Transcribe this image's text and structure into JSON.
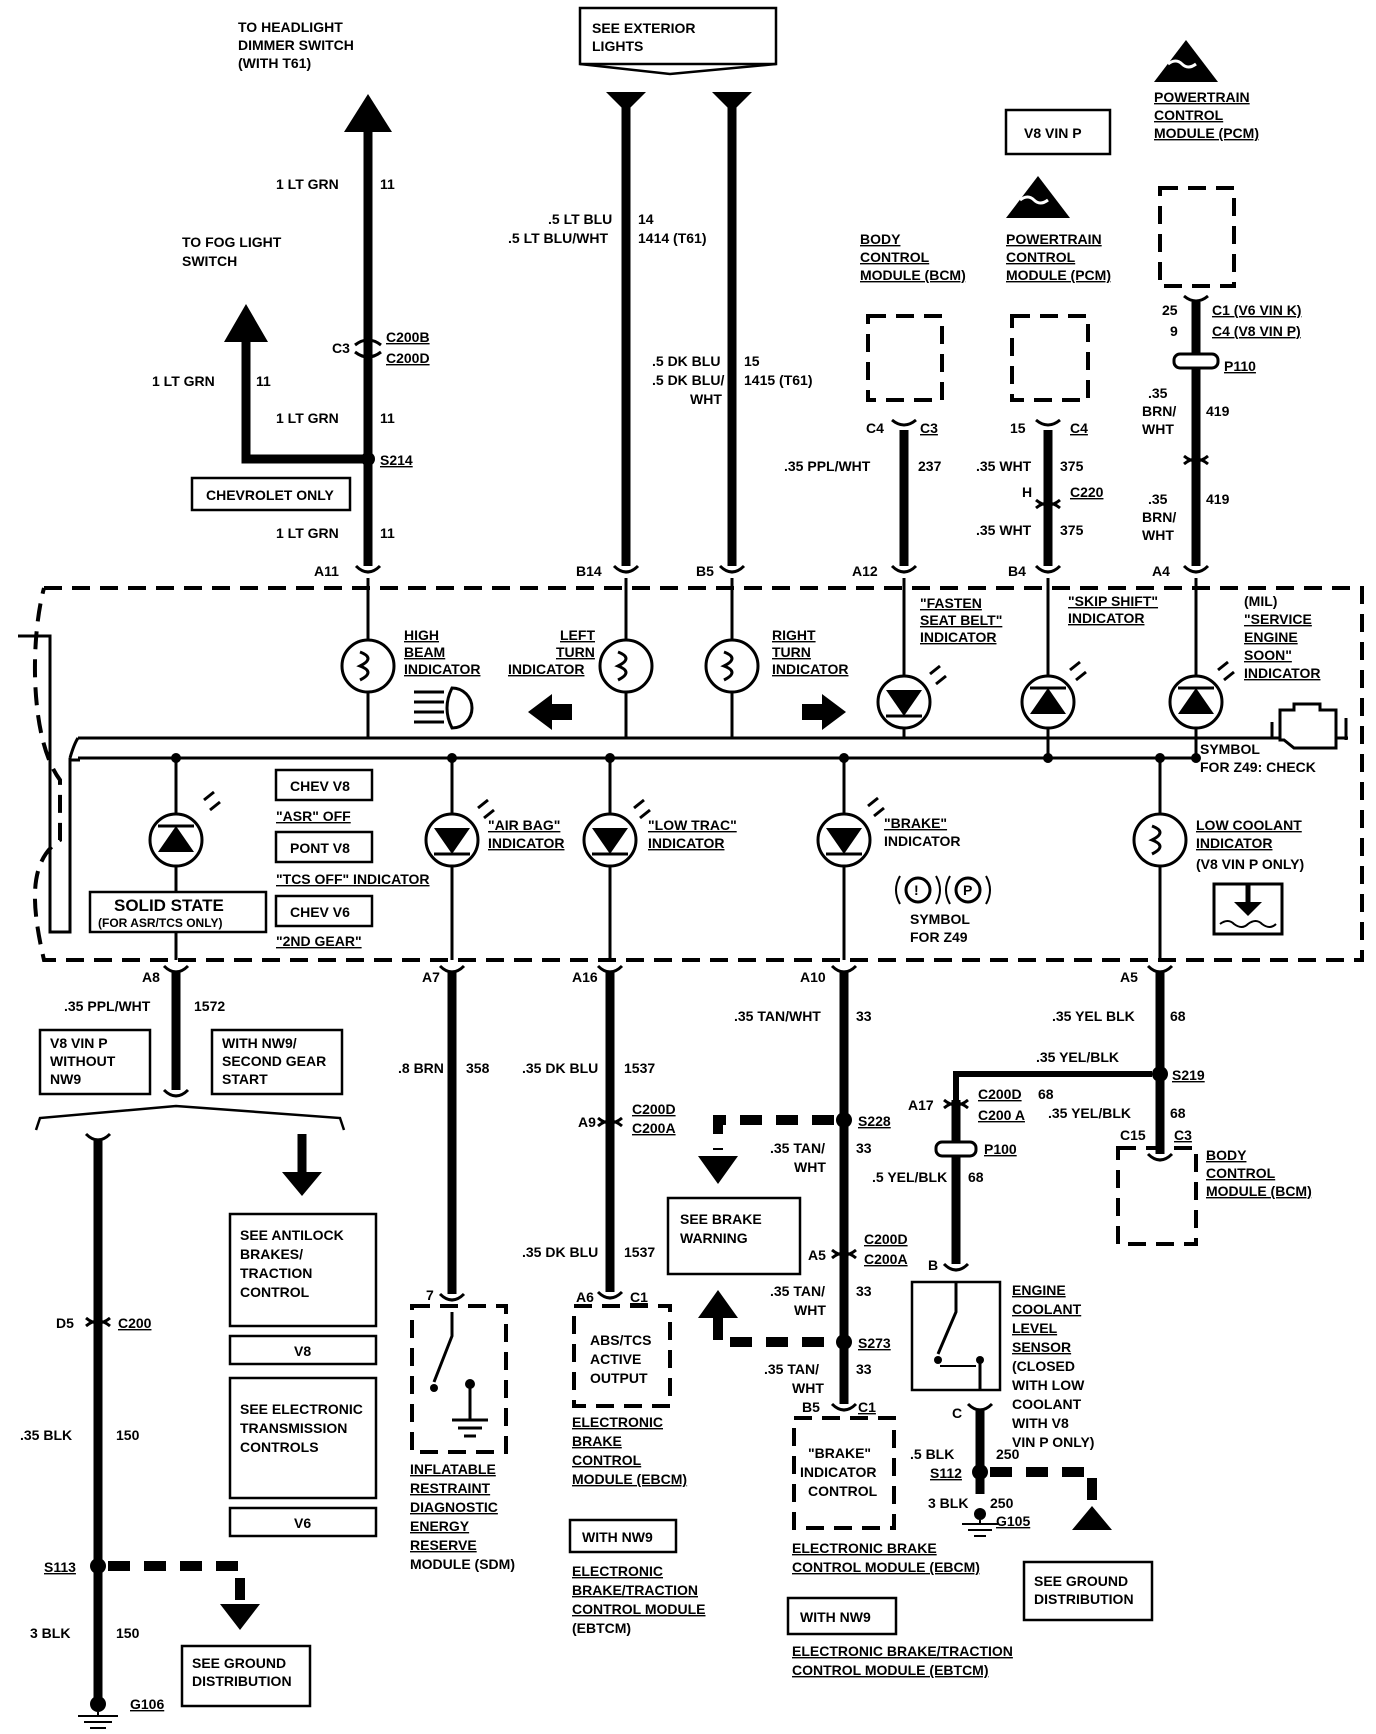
{
  "top": {
    "headlight": [
      "TO HEADLIGHT",
      "DIMMER SWITCH",
      "(WITH T61)"
    ],
    "exterior": [
      "SEE EXTERIOR",
      "LIGHTS"
    ],
    "fog": [
      "TO FOG LIGHT",
      "SWITCH"
    ],
    "v8vinp": "V8 VIN P",
    "pcm_top": [
      "POWERTRAIN",
      "CONTROL",
      "MODULE (PCM)"
    ],
    "bcm": [
      "BODY",
      "CONTROL",
      "MODULE (BCM)"
    ],
    "pcm_mid": [
      "POWERTRAIN",
      "CONTROL",
      "MODULE (PCM)"
    ],
    "chevrolet_only": "CHEVROLET ONLY"
  },
  "wires_top": {
    "w11a": "1  LT  GRN",
    "n11": "11",
    "fog_w": "1  LT  GRN",
    "c3": "C3",
    "c200b": "C200B",
    "c200d": "C200D",
    "s214": "S214",
    "lt_blu": ".5 LT BLU",
    "n14": "14",
    "lt_blu_wht": ".5 LT BLU/WHT",
    "n1414": "1414  (T61)",
    "dk_blu": ".5 DK BLU",
    "n15": "15",
    "dk_blu_wht1": ".5 DK BLU/",
    "dk_blu_wht2": "WHT",
    "n1415": "1415  (T61)",
    "c4": "C4",
    "c3b": "C3",
    "ppl_wht": ".35  PPL/WHT",
    "n237": "237",
    "p15": "15",
    "pc4": "C4",
    "wht1": ".35 WHT",
    "n375": "375",
    "h": "H",
    "c220": "C220",
    "wht2": ".35 WHT",
    "p25": "25",
    "c1v6": "C1  (V6  VIN  K)",
    "p9": "9",
    "c4v8": "C4  (V8  VIN  P)",
    "p110": "P110",
    "brn1": ".35",
    "brn2": "BRN/",
    "brn3": "WHT",
    "n419": "419"
  },
  "pins_top": [
    "A11",
    "B14",
    "B5",
    "A12",
    "B4",
    "A4"
  ],
  "cluster": {
    "high_beam": [
      "HIGH",
      "BEAM",
      "INDICATOR"
    ],
    "left_turn": [
      "LEFT",
      "TURN",
      "INDICATOR"
    ],
    "right_turn": [
      "RIGHT",
      "TURN",
      "INDICATOR"
    ],
    "seat_belt": [
      "\"FASTEN",
      "SEAT  BELT\"",
      "INDICATOR"
    ],
    "skip_shift": [
      "\"SKIP  SHIFT\"",
      "INDICATOR"
    ],
    "mil": [
      "(MIL)",
      "\"SERVICE",
      "ENGINE",
      "SOON\"",
      "INDICATOR"
    ],
    "symbol_check": [
      "SYMBOL",
      "FOR Z49:  CHECK"
    ],
    "chev_v8": "CHEV  V8",
    "asr_off": "\"ASR\"  OFF",
    "pont_v8": "PONT  V8",
    "tcs_off": "\"TCS  OFF\"  INDICATOR",
    "chev_v6": "CHEV  V6",
    "second_gear": "\"2ND  GEAR\"",
    "solid_state": "SOLID STATE",
    "asr_tcs_only": "(FOR ASR/TCS ONLY)",
    "air_bag": [
      "\"AIR BAG\"",
      "INDICATOR"
    ],
    "low_trac": [
      "\"LOW  TRAC\"",
      "INDICATOR"
    ],
    "brake": [
      "\"BRAKE\"",
      "INDICATOR"
    ],
    "symbol_z49": [
      "SYMBOL",
      "FOR Z49"
    ],
    "low_coolant": [
      "LOW  COOLANT",
      "INDICATOR",
      "(V8  VIN P ONLY)"
    ]
  },
  "pins_bottom": [
    "A8",
    "A7",
    "A16",
    "A10",
    "A5"
  ],
  "bottom": {
    "ppl_wht": ".35  PPL/WHT",
    "n1572": "1572",
    "v8_without": [
      "V8  VIN  P",
      "WITHOUT",
      "NW9"
    ],
    "with_nw9_second": [
      "WITH  NW9/",
      "SECOND  GEAR",
      "START"
    ],
    "d5": "D5",
    "c200": "C200",
    "blk35": ".35  BLK",
    "n150": "150",
    "s113": "S113",
    "blk3": "3  BLK",
    "n150b": "150",
    "g106": "G106",
    "antilock": [
      "SEE  ANTILOCK",
      "BRAKES/",
      "TRACTION",
      "CONTROL"
    ],
    "v8": "V8",
    "etc": [
      "SEE  ELECTRONIC",
      "TRANSMISSION",
      "CONTROLS"
    ],
    "v6": "V6",
    "ground1": [
      "SEE  GROUND",
      "DISTRIBUTION"
    ],
    "brn8": ".8 BRN",
    "n358": "358",
    "p7": "7",
    "sdm": [
      "INFLATABLE",
      "RESTRAINT",
      "DIAGNOSTIC",
      "ENERGY",
      "RESERVE",
      "MODULE  (SDM)"
    ],
    "dk_blu35": ".35 DK BLU",
    "n1537": "1537",
    "a9": "A9",
    "c200d": "C200D",
    "c200a": "C200A",
    "dk_blu35b": ".35 DK BLU",
    "n1537b": "1537",
    "a6": "A6",
    "c1": "C1",
    "abs_tcs": [
      "ABS/TCS",
      "ACTIVE",
      "OUTPUT"
    ],
    "ebcm": [
      "ELECTRONIC",
      "BRAKE",
      "CONTROL",
      "MODULE (EBCM)"
    ],
    "with_nw9_a": "WITH NW9",
    "ebtcm": [
      "ELECTRONIC",
      "BRAKE/TRACTION",
      "CONTROL MODULE",
      "(EBTCM)"
    ],
    "tan_wht": ".35 TAN/WHT",
    "n33": "33",
    "s228": "S228",
    "tan1": ".35 TAN/",
    "tan1b": "WHT",
    "n33b": "33",
    "brake_warning": [
      "SEE BRAKE",
      "WARNING"
    ],
    "a5": "A5",
    "c200d2": "C200D",
    "c200a2": "C200A",
    "tan2": ".35 TAN/",
    "tan2b": "WHT",
    "n33c": "33",
    "s273": "S273",
    "tan3": ".35 TAN/",
    "tan3b": "WHT",
    "n33d": "33",
    "b5": "B5",
    "c1b": "C1",
    "brake_ctrl": [
      "\"BRAKE\"",
      "INDICATOR",
      "CONTROL"
    ],
    "ebcm2": "ELECTRONIC BRAKE",
    "ebcm2b": "CONTROL MODULE (EBCM)",
    "with_nw9_b": "WITH NW9",
    "ebtcm2": "ELECTRONIC BRAKE/TRACTION",
    "ebtcm2b": "CONTROL MODULE (EBTCM)",
    "yel68": ".35 YEL BLK",
    "n68": "68",
    "yel_s219": ".35 YEL/BLK",
    "s219": "S219",
    "a17": "A17",
    "c200d3": "C200D",
    "c200a3": "C200 A",
    "n68b": "68",
    "yel_r": ".35 YEL/BLK",
    "n68c": "68",
    "c15": "C15",
    "c3": "C3",
    "bcm2": [
      "BODY",
      "CONTROL",
      "MODULE (BCM)"
    ],
    "p100": "P100",
    "yel5": ".5 YEL/BLK",
    "n68d": "68",
    "pb": "B",
    "pc": "C",
    "ecl": [
      "ENGINE",
      "COOLANT",
      "LEVEL",
      "SENSOR",
      "(CLOSED",
      "WITH LOW",
      "COOLANT",
      "WITH V8",
      "VIN  P  ONLY)"
    ],
    "blk5": ".5 BLK",
    "n250": "250",
    "s112": "S112",
    "blk3b": "3 BLK",
    "n250b": "250",
    "g105": "G105",
    "ground2": [
      "SEE GROUND",
      "DISTRIBUTION"
    ]
  }
}
